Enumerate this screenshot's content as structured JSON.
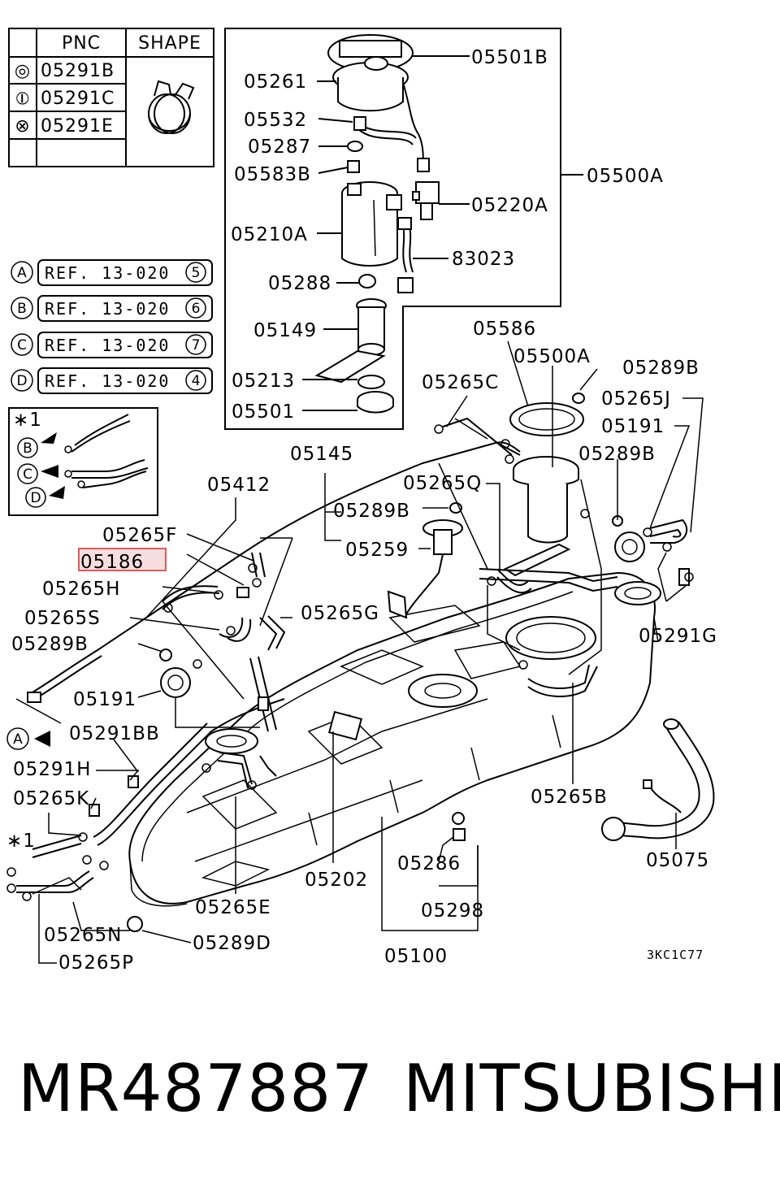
{
  "pnc_table": {
    "header_pnc": "PNC",
    "header_shape": "SHAPE",
    "rows": [
      {
        "symbol": "◎",
        "code": "05291B"
      },
      {
        "symbol": "⦶",
        "code": "05291C"
      },
      {
        "symbol": "⊗",
        "code": "05291E"
      }
    ]
  },
  "refs": [
    {
      "letter": "A",
      "text": "REF. 13-020",
      "num": "5"
    },
    {
      "letter": "B",
      "text": "REF. 13-020",
      "num": "6"
    },
    {
      "letter": "C",
      "text": "REF. 13-020",
      "num": "7"
    },
    {
      "letter": "D",
      "text": "REF. 13-020",
      "num": "4"
    }
  ],
  "inset": {
    "star": "∗1",
    "letters": [
      "B",
      "C",
      "D"
    ]
  },
  "pump_box": {
    "labels": {
      "p05501B": "05501B",
      "p05261": "05261",
      "p05532": "05532",
      "p05287": "05287",
      "p05583B": "05583B",
      "p05500A": "05500A",
      "p05220A": "05220A",
      "p05210A": "05210A",
      "p83023": "83023",
      "p05288": "05288",
      "p05149": "05149",
      "p05213": "05213",
      "p05501": "05501"
    }
  },
  "tank_labels": {
    "l05586": "05586",
    "l05500A2": "05500A",
    "l05289B1": "05289B",
    "l05265C": "05265C",
    "l05265J": "05265J",
    "l05191a": "05191",
    "l05289B2": "05289B",
    "l05145": "05145",
    "l05265Q": "05265Q",
    "l05412": "05412",
    "l05289B3": "05289B",
    "l05259": "05259",
    "l05265F": "05265F",
    "l05186": "05186",
    "l05265H": "05265H",
    "l05265G": "05265G",
    "l05265S": "05265S",
    "l05291G": "05291G",
    "l05289B4": "05289B",
    "l05191b": "05191",
    "l05291BB": "05291BB",
    "l05291H": "05291H",
    "l05265K": "05265K",
    "l05265B": "05265B",
    "l05075": "05075",
    "l05286": "05286",
    "l05202": "05202",
    "l05265E": "05265E",
    "l05298": "05298",
    "l05265N": "05265N",
    "l05289D": "05289D",
    "l05265P": "05265P",
    "l05100": "05100",
    "star1": "∗1",
    "refA": "A"
  },
  "diagram_code": "3KC1C77",
  "highlight_color": "#e05a5a",
  "footer": {
    "part_number": "MR487887",
    "brand": "MITSUBISHI"
  }
}
